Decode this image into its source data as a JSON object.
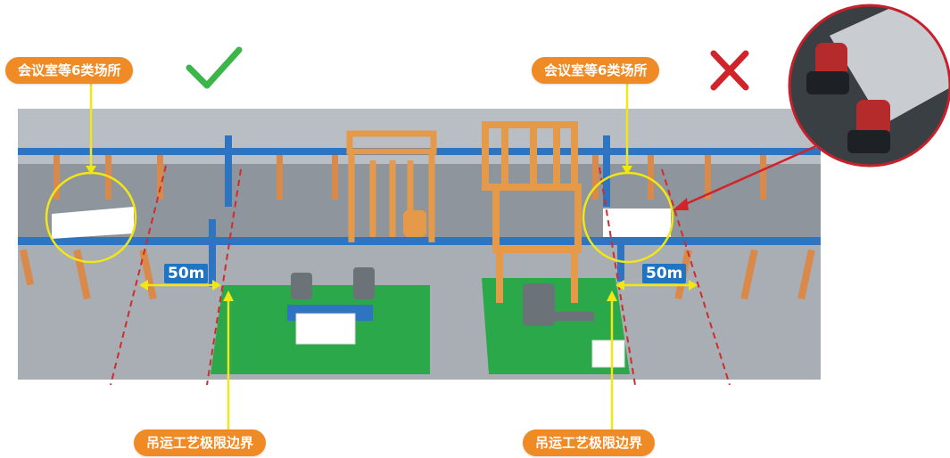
{
  "labels": {
    "left_top": "会议室等6类场所",
    "right_top": "会议室等6类场所",
    "left_bottom": "吊运工艺极限边界",
    "right_bottom": "吊运工艺极限边界",
    "left_distance": "50m",
    "right_distance": "50m"
  },
  "marks": {
    "left_mark": "check",
    "right_mark": "cross"
  },
  "icons": [
    "check-icon",
    "cross-icon"
  ],
  "colors": {
    "pill": "#f08a24",
    "check": "#3cb54a",
    "cross": "#d1232a",
    "leader": "#f2e614",
    "boundary": "#d12b2b",
    "floor_green": "#2aa84a",
    "rail_blue": "#2f74c0",
    "crane_orange": "#e59a4a"
  }
}
